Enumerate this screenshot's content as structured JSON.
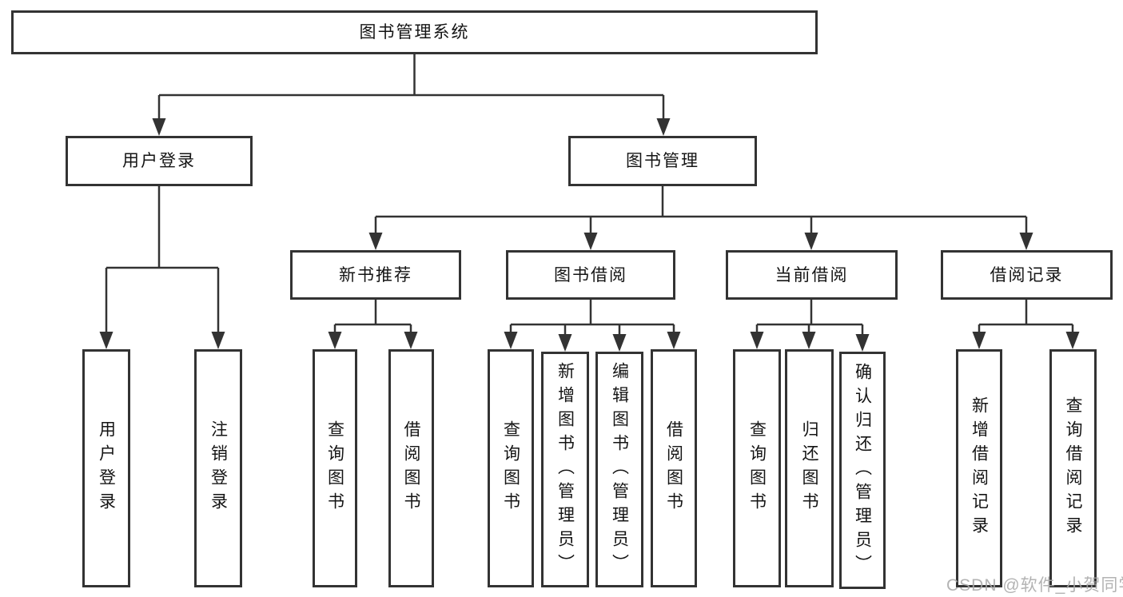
{
  "diagram": {
    "title": "图书管理系统",
    "nodes": [
      {
        "id": "root",
        "label": "图书管理系统",
        "level": 1,
        "parent": null
      },
      {
        "id": "user-login",
        "label": "用户登录",
        "level": 2,
        "parent": "root"
      },
      {
        "id": "book-management",
        "label": "图书管理",
        "level": 2,
        "parent": "root"
      },
      {
        "id": "new-book-recommend",
        "label": "新书推荐",
        "level": 3,
        "parent": "book-management"
      },
      {
        "id": "book-borrowing",
        "label": "图书借阅",
        "level": 3,
        "parent": "book-management"
      },
      {
        "id": "current-borrowing",
        "label": "当前借阅",
        "level": 3,
        "parent": "book-management"
      },
      {
        "id": "borrowing-records",
        "label": "借阅记录",
        "level": 3,
        "parent": "book-management"
      },
      {
        "id": "leaf-user-login",
        "label": "用户登录",
        "level": 4,
        "parent": "user-login",
        "orientation": "vertical"
      },
      {
        "id": "leaf-logout-login",
        "label": "注销登录",
        "level": 4,
        "parent": "user-login",
        "orientation": "vertical"
      },
      {
        "id": "leaf-nb-query-books",
        "label": "查询图书",
        "level": 4,
        "parent": "new-book-recommend",
        "orientation": "vertical"
      },
      {
        "id": "leaf-nb-borrow-books",
        "label": "借阅图书",
        "level": 4,
        "parent": "new-book-recommend",
        "orientation": "vertical"
      },
      {
        "id": "leaf-bb-query-books",
        "label": "查询图书",
        "level": 4,
        "parent": "book-borrowing",
        "orientation": "vertical"
      },
      {
        "id": "leaf-bb-add-books",
        "label": "新增图书（管理员）",
        "level": 4,
        "parent": "book-borrowing",
        "orientation": "vertical"
      },
      {
        "id": "leaf-bb-edit-books",
        "label": "编辑图书（管理员）",
        "level": 4,
        "parent": "book-borrowing",
        "orientation": "vertical"
      },
      {
        "id": "leaf-bb-borrow-books",
        "label": "借阅图书",
        "level": 4,
        "parent": "book-borrowing",
        "orientation": "vertical"
      },
      {
        "id": "leaf-cb-query-books",
        "label": "查询图书",
        "level": 4,
        "parent": "current-borrowing",
        "orientation": "vertical"
      },
      {
        "id": "leaf-cb-return-books",
        "label": "归还图书",
        "level": 4,
        "parent": "current-borrowing",
        "orientation": "vertical"
      },
      {
        "id": "leaf-cb-confirm-return",
        "label": "确认归还（管理员）",
        "level": 4,
        "parent": "current-borrowing",
        "orientation": "vertical"
      },
      {
        "id": "leaf-br-add-records",
        "label": "新增借阅记录",
        "level": 4,
        "parent": "borrowing-records",
        "orientation": "vertical"
      },
      {
        "id": "leaf-br-query-records",
        "label": "查询借阅记录",
        "level": 4,
        "parent": "borrowing-records",
        "orientation": "vertical"
      }
    ],
    "colors": {
      "line": "#333333",
      "box_border": "#333333",
      "box_fill": "#ffffff",
      "text": "#141414",
      "background": "#ffffff",
      "watermark": "#a8a8a8"
    }
  },
  "watermark": {
    "text": "CSDN @软件_小贺同学"
  }
}
